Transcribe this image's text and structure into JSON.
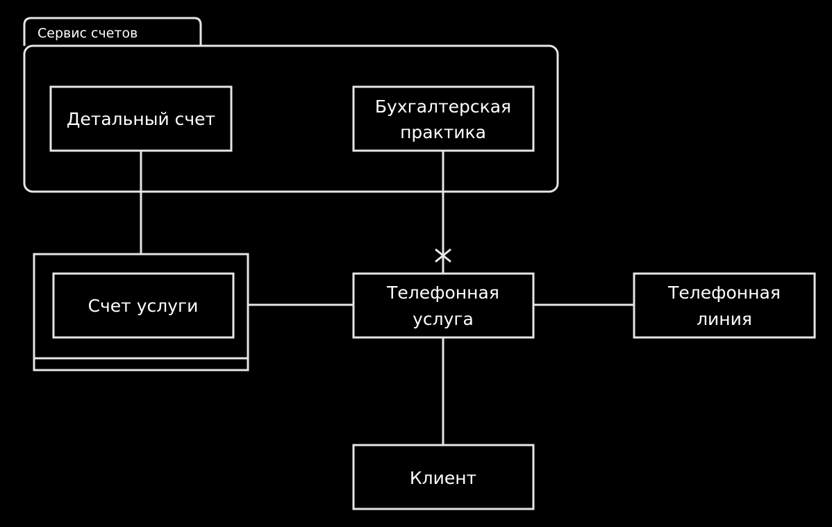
{
  "diagram": {
    "package": {
      "label": "Сервис счетов"
    },
    "nodes": {
      "detailed_invoice": {
        "label": "Детальный счет"
      },
      "accounting_practice": {
        "line1": "Бухгалтерская",
        "line2": "практика"
      },
      "service_invoice": {
        "label": "Счет услуги"
      },
      "phone_service": {
        "line1": "Телефонная",
        "line2": "услуга"
      },
      "phone_line": {
        "line1": "Телефонная",
        "line2": "линия"
      },
      "client": {
        "label": "Клиент"
      }
    }
  },
  "colors": {
    "background": "#000000",
    "stroke": "#e6e6e6",
    "text": "#ffffff"
  }
}
